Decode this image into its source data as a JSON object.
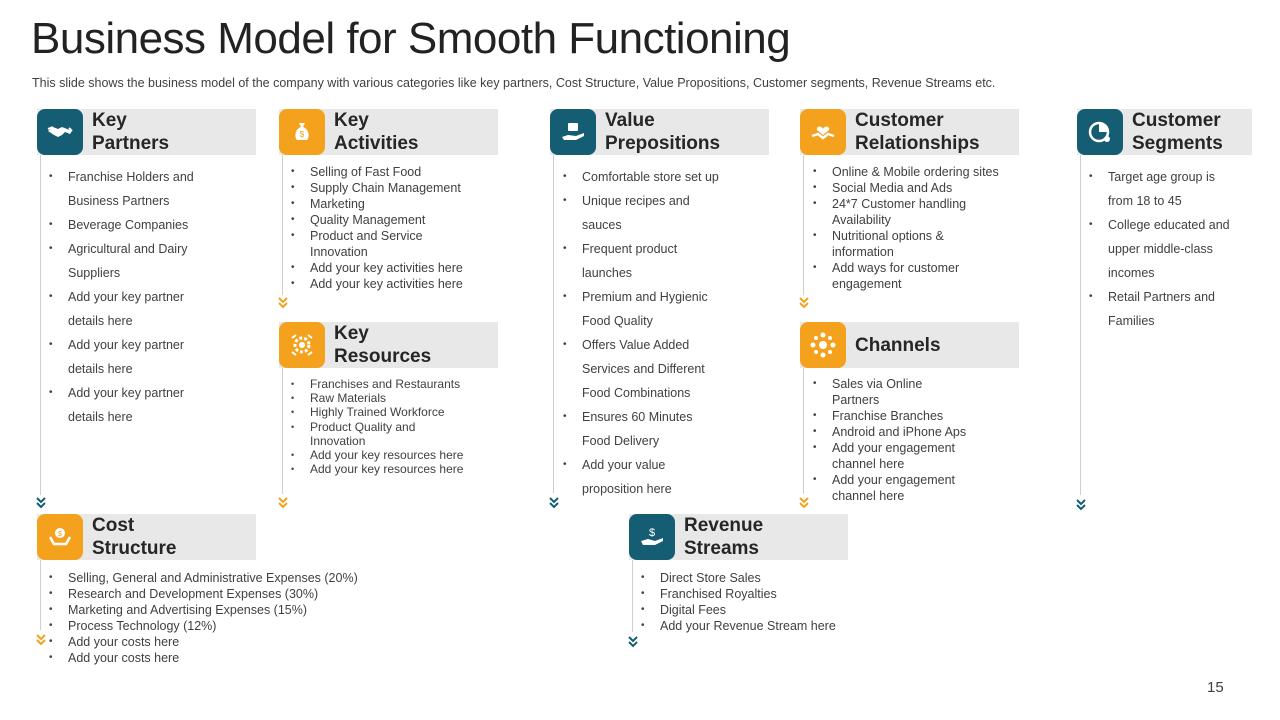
{
  "slide": {
    "title": "Business Model for Smooth Functioning",
    "subtitle": "This slide shows the business model of the company with various  categories like key partners, Cost Structure, Value Propositions, Customer segments, Revenue  Streams etc.",
    "page_number": "15"
  },
  "colors": {
    "teal": "#155d72",
    "orange": "#f4a21d",
    "header_bg": "#e8e8e8",
    "rail": "#cfcfcf"
  },
  "blocks": {
    "key_partners": {
      "title": "Key\nPartners",
      "icon": "handshake-icon",
      "color": "teal",
      "items": [
        "Franchise Holders and Business Partners",
        "Beverage  Companies",
        "Agricultural and Dairy Suppliers",
        "Add your key partner details here",
        "Add your key partner details here",
        "Add your key partner details here"
      ]
    },
    "key_activities": {
      "title": "Key\nActivities",
      "icon": "money-bag-icon",
      "color": "orange",
      "items": [
        "Selling of Fast Food",
        "Supply Chain Management",
        "Marketing",
        "Quality Management",
        "Product and Service Innovation",
        "Add your key activities here",
        "Add your key activities here"
      ]
    },
    "key_resources": {
      "title": "Key\nResources",
      "icon": "gears-icon",
      "color": "orange",
      "items": [
        "Franchises and Restaurants",
        "Raw Materials",
        "Highly Trained Workforce",
        "Product Quality and Innovation",
        "Add your key resources here",
        "Add your key resources here"
      ]
    },
    "value_propositions": {
      "title": "Value\nPrepositions",
      "icon": "value-hand-icon",
      "color": "teal",
      "items": [
        "Comfortable  store set up",
        "Unique recipes and sauces",
        "Frequent  product launches",
        "Premium and Hygienic Food Quality",
        "Offers Value Added Services and Different Food Combinations",
        "Ensures 60 Minutes Food Delivery",
        "Add your value proposition here"
      ]
    },
    "customer_relationships": {
      "title": "Customer\nRelationships",
      "icon": "handshake-heart-icon",
      "color": "orange",
      "items": [
        "Online & Mobile ordering  sites",
        "Social Media and Ads",
        "24*7 Customer handling Availability",
        "Nutritional options & information",
        "Add ways for customer engagement"
      ]
    },
    "channels": {
      "title": "Channels",
      "icon": "network-icon",
      "color": "orange",
      "items": [
        "Sales via Online Partners",
        "Franchise Branches",
        "Android and iPhone Aps",
        "Add your engagement channel here",
        "Add your engagement channel here"
      ]
    },
    "customer_segments": {
      "title": "Customer\nSegments",
      "icon": "segment-chart-icon",
      "color": "teal",
      "items": [
        "Target age group is from 18 to 45",
        "College educated and upper middle-class incomes",
        "Retail Partners and Families"
      ]
    },
    "cost_structure": {
      "title": "Cost\nStructure",
      "icon": "coin-hand-icon",
      "color": "orange",
      "items": [
        "Selling, General and Administrative Expenses (20%)",
        "Research and Development  Expenses (30%)",
        "Marketing and Advertising Expenses (15%)",
        "Process Technology  (12%)",
        "Add your costs here",
        "Add your costs here"
      ]
    },
    "revenue_streams": {
      "title": "Revenue\nStreams",
      "icon": "dollar-hand-icon",
      "color": "teal",
      "items": [
        "Direct Store Sales",
        "Franchised Royalties",
        "Digital Fees",
        "Add your Revenue  Stream here"
      ]
    }
  }
}
